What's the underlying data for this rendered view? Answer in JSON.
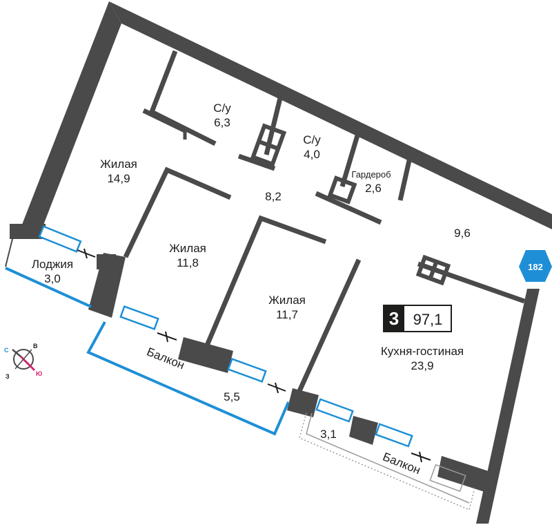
{
  "rooms": [
    {
      "name": "С/у",
      "area": "6,3"
    },
    {
      "name": "С/у",
      "area": "4,0"
    },
    {
      "name": "Жилая",
      "area": "14,9"
    },
    {
      "name": "Гардероб",
      "area": "2,6"
    },
    {
      "name": "",
      "area": "8,2"
    },
    {
      "name": "",
      "area": "9,6"
    },
    {
      "name": "Жилая",
      "area": "11,8"
    },
    {
      "name": "Жилая",
      "area": "11,7"
    },
    {
      "name": "Лоджия",
      "area": "3,0"
    },
    {
      "name": "Кухня-гостиная",
      "area": "23,9"
    }
  ],
  "balconies": [
    {
      "name": "Балкон",
      "area": "5,5"
    },
    {
      "name": "Балкон",
      "area": "3,1"
    }
  ],
  "badge": {
    "rooms": "3",
    "total_area": "97,1"
  },
  "entrance": {
    "label": "182",
    "color": "#1e8fd6"
  },
  "compass": {
    "north": "С",
    "east": "В",
    "south": "Ю",
    "west": "З",
    "needle_color": "#d6246e"
  },
  "colors": {
    "wall": "#4a4a4a",
    "window": "#1e8fd6",
    "text": "#1d1d1b"
  }
}
